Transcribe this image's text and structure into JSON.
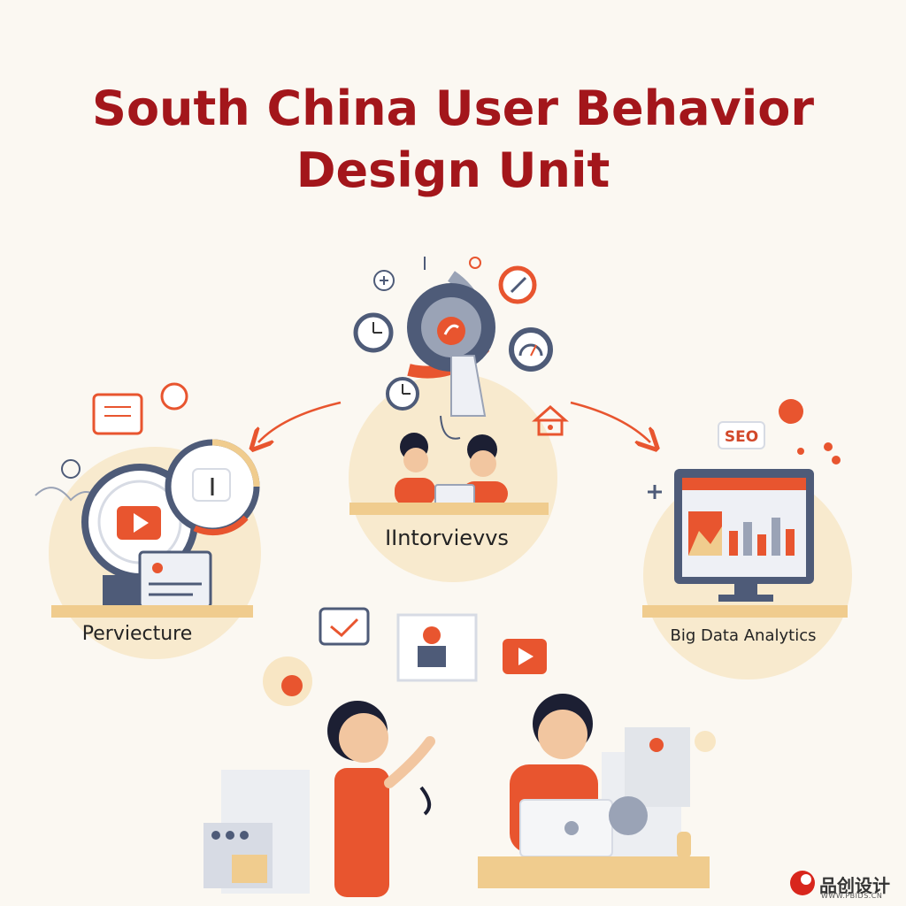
{
  "title": {
    "line1": "South China User Behavior",
    "line2": "Design Unit"
  },
  "stations": {
    "left": {
      "label": "Perviecture"
    },
    "middle": {
      "label": "IIntorvievvs"
    },
    "right": {
      "label": "Big Data Analytics",
      "badge": "SEO"
    }
  },
  "icons": [
    "chat-icon",
    "play-icon",
    "clock-icon",
    "gauge-icon",
    "house-icon",
    "monitor-icon",
    "laptop-icon",
    "checkmark-icon",
    "profile-icon",
    "plus-icon",
    "arrow-icon"
  ],
  "colors": {
    "title": "#a3161b",
    "accent": "#e8552f",
    "slate": "#4e5b78",
    "cream": "#fbf8f2",
    "halo": "#f8e6c4"
  },
  "watermark": {
    "brand": "品创设计",
    "url": "WWW.PBIDS.CN"
  }
}
